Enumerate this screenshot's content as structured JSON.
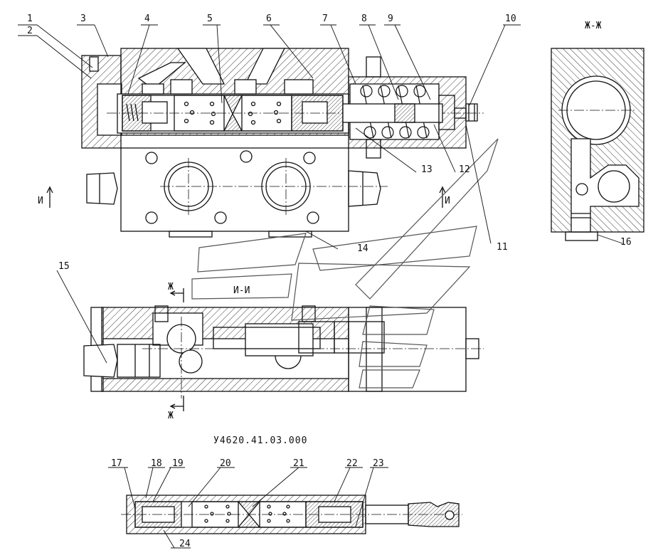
{
  "drawing": {
    "document_code": "У4620.41.03.000",
    "section_views": {
      "zh_title": "Ж-Ж",
      "ii_title": "И-И",
      "zh_mark_top": "Ж",
      "zh_mark_bottom": "Ж",
      "i_mark_left": "И",
      "i_mark_right": "И"
    },
    "callouts": [
      "1",
      "2",
      "3",
      "4",
      "5",
      "6",
      "7",
      "8",
      "9",
      "10",
      "11",
      "12",
      "13",
      "14",
      "15",
      "16",
      "17",
      "18",
      "19",
      "20",
      "21",
      "22",
      "23",
      "24"
    ]
  }
}
